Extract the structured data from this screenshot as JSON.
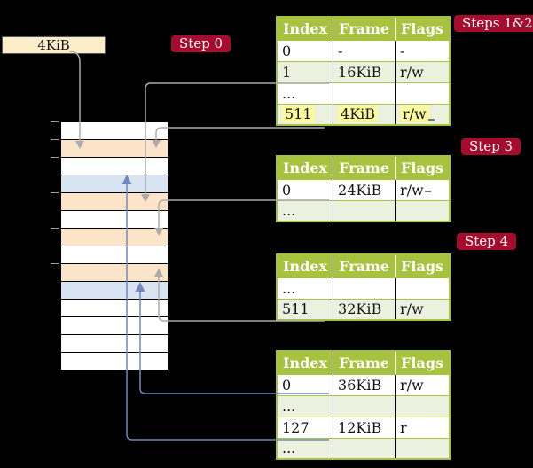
{
  "colors": {
    "background": "#000000",
    "badge_red": "#a60c2d",
    "table_header_green": "#a6c23e",
    "table_row_green": "#ecf1df",
    "highlight_yellow": "#fdfa9e",
    "frame_box_cream": "#fcedca",
    "memory_peach": "#fce4c9",
    "memory_blue": "#d9e4f3",
    "arrow_gray": "#ababab",
    "arrow_blue": "#7089bc"
  },
  "frame_box": {
    "label": "4KiB"
  },
  "badges": {
    "step0": "Step 0",
    "steps12": "Steps 1&2",
    "step3": "Step 3",
    "step4": "Step 4"
  },
  "memory": {
    "rows": [
      {
        "css": "mrow m-white"
      },
      {
        "css": "mrow m-peach"
      },
      {
        "css": "mrow m-white"
      },
      {
        "css": "mrow m-blue"
      },
      {
        "css": "mrow m-peach"
      },
      {
        "css": "mrow m-white"
      },
      {
        "css": "mrow m-peach"
      },
      {
        "css": "mrow m-white"
      },
      {
        "css": "mrow m-peach"
      },
      {
        "css": "mrow m-blue"
      },
      {
        "css": "mrow m-white"
      },
      {
        "css": "mrow m-white"
      },
      {
        "css": "mrow m-white"
      },
      {
        "css": "mrow m-white"
      }
    ]
  },
  "tables": [
    {
      "headers": [
        "Index",
        "Frame",
        "Flags"
      ],
      "rows": [
        [
          "0",
          "-",
          "-"
        ],
        [
          "1",
          "16KiB",
          "r/w"
        ],
        [
          "...",
          "",
          ""
        ],
        [
          "511",
          "4KiB",
          "r/w"
        ]
      ]
    },
    {
      "headers": [
        "Index",
        "Frame",
        "Flags"
      ],
      "rows": [
        [
          "0",
          "24KiB",
          "r/w"
        ],
        [
          "...",
          "",
          ""
        ]
      ]
    },
    {
      "headers": [
        "Index",
        "Frame",
        "Flags"
      ],
      "rows": [
        [
          "...",
          "",
          ""
        ],
        [
          "511",
          "32KiB",
          "r/w"
        ]
      ]
    },
    {
      "headers": [
        "Index",
        "Frame",
        "Flags"
      ],
      "rows": [
        [
          "0",
          "36KiB",
          "r/w"
        ],
        [
          "...",
          "",
          ""
        ],
        [
          "127",
          "12KiB",
          "r"
        ],
        [
          "...",
          "",
          ""
        ]
      ]
    }
  ],
  "links": [
    {
      "from": "frame-box 4KiB",
      "to": "memory row 2 (4KiB frame)",
      "color": "gray",
      "direction": "down"
    },
    {
      "from": "table1 row 511 (4KiB)",
      "to": "memory row 2 (4KiB frame)",
      "color": "gray",
      "direction": "down"
    },
    {
      "from": "table1 row 1 (16KiB)",
      "to": "memory row 5 (16KiB frame)",
      "color": "gray",
      "direction": "down"
    },
    {
      "from": "table2 row 0 (24KiB)",
      "to": "memory row 7 (24KiB frame)",
      "color": "gray",
      "direction": "down"
    },
    {
      "from": "table3 row 511 (32KiB)",
      "to": "memory row 9 (32KiB frame)",
      "color": "gray",
      "direction": "up"
    },
    {
      "from": "table4 row 0 (36KiB)",
      "to": "memory row 10 (36KiB frame)",
      "color": "blue",
      "direction": "up"
    },
    {
      "from": "table4 row 127 (12KiB)",
      "to": "memory row 4 (12KiB frame)",
      "color": "blue",
      "direction": "up"
    }
  ]
}
